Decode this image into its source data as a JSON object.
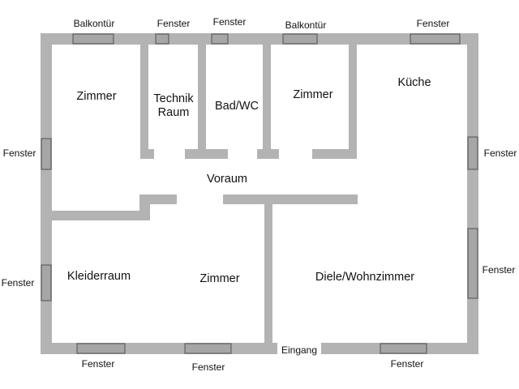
{
  "colors": {
    "wall": "#b3b3b3",
    "opening": "#a6a6a6",
    "opening_stroke": "#505050",
    "text": "#111111"
  },
  "rooms": {
    "zimmer_nw": "Zimmer",
    "technik_line1": "Technik",
    "technik_line2": "Raum",
    "bad_wc": "Bad/WC",
    "zimmer_n": "Zimmer",
    "kueche": "Küche",
    "voraum": "Voraum",
    "kleiderraum": "Kleiderraum",
    "zimmer_s": "Zimmer",
    "diele_wohnzimmer": "Diele/Wohnzimmer"
  },
  "openings": {
    "balkontuer_1": "Balkontür",
    "fenster_top_1": "Fenster",
    "fenster_top_2": "Fenster",
    "balkontuer_2": "Balkontür",
    "fenster_top_3": "Fenster",
    "fenster_left_1": "Fenster",
    "fenster_left_2": "Fenster",
    "fenster_right_1": "Fenster",
    "fenster_right_2": "Fenster",
    "eingang": "Eingang",
    "fenster_bottom_1": "Fenster",
    "fenster_bottom_2": "Fenster",
    "fenster_bottom_3": "Fenster"
  }
}
